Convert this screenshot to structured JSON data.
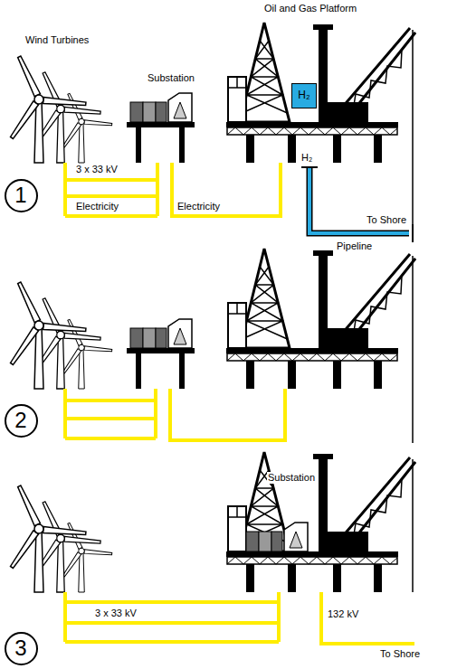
{
  "diagram": {
    "nodes": [
      {
        "text": [
          "H₂"
        ]
      },
      {
        "text": [
          "1"
        ]
      },
      {
        "text": [
          "2"
        ]
      },
      {
        "text": [
          "3"
        ]
      }
    ],
    "labels": [
      "Wind Turbines",
      "Substation",
      "Oil and Gas Platform",
      "3 x 33 kV",
      "Electricity",
      "Electricity",
      "H₂",
      "To Shore",
      "Pipeline",
      "Substation",
      "3 x 33 kV",
      "132 kV",
      "To Shore"
    ]
  }
}
